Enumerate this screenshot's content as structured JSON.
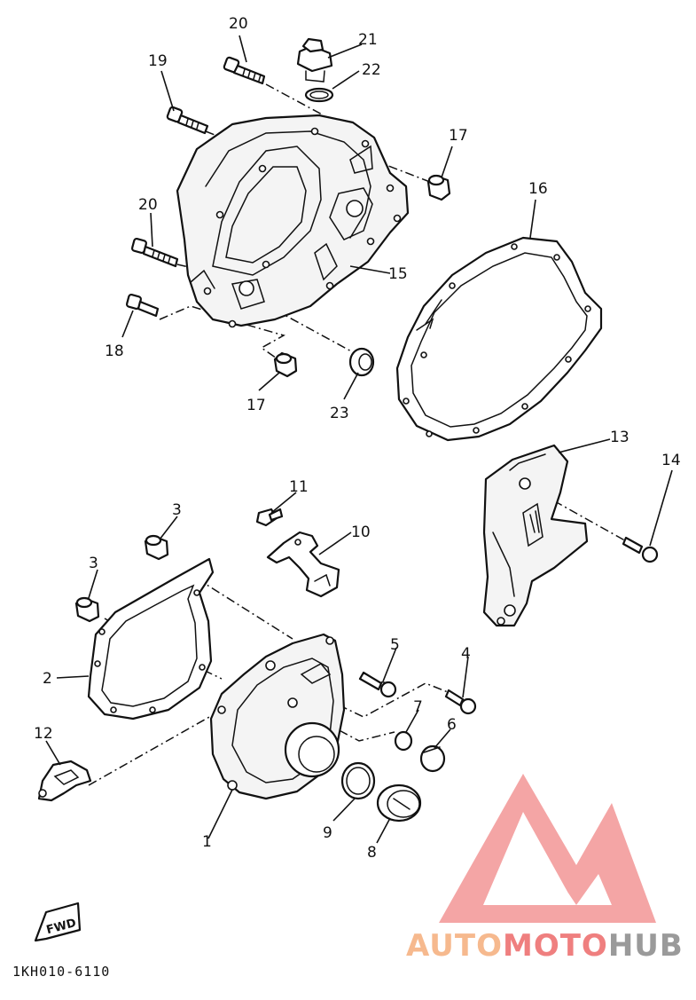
{
  "diagram_code": "1KH010-6110",
  "fwd_label": "FWD",
  "watermark": {
    "part1": "AUTO",
    "part2": "MOTO",
    "part3": "HUB",
    "color_part1": "#f6b98e",
    "color_part2": "#ef7f7f",
    "color_part3": "#9a9a9a",
    "logo_color": "#f4a5a5"
  },
  "callouts": {
    "c1": "1",
    "c2": "2",
    "c3a": "3",
    "c3b": "3",
    "c4": "4",
    "c5": "5",
    "c6": "6",
    "c7": "7",
    "c8": "8",
    "c9": "9",
    "c10": "10",
    "c11": "11",
    "c12": "12",
    "c13": "13",
    "c14": "14",
    "c15": "15",
    "c16": "16",
    "c17a": "17",
    "c17b": "17",
    "c18": "18",
    "c19": "19",
    "c20a": "20",
    "c20b": "20",
    "c21": "21",
    "c22": "22",
    "c23": "23"
  }
}
